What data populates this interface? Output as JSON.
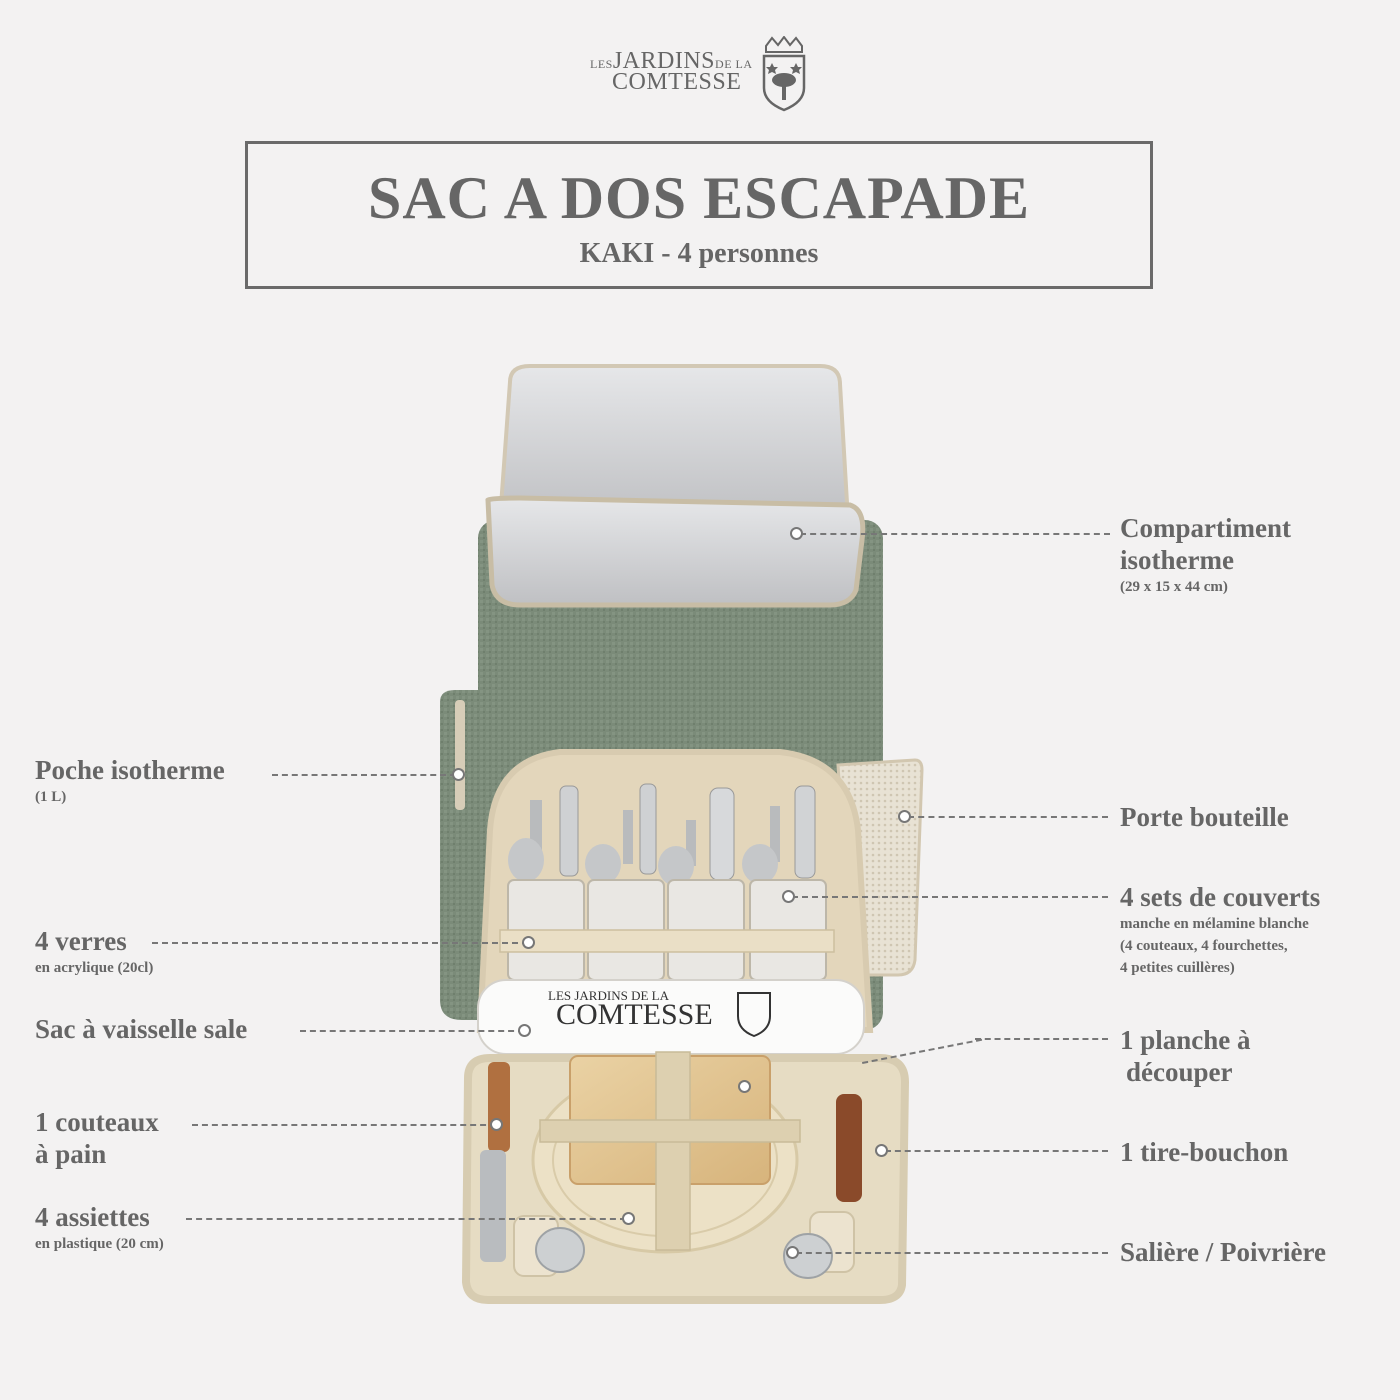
{
  "brand": {
    "logo_line1_prefix": "LES",
    "logo_line1_main": "JARDINS",
    "logo_line1_suffix": "DE LA",
    "logo_line2": "COMTESSE"
  },
  "header": {
    "title": "SAC A DOS ESCAPADE",
    "subtitle": "KAKI - 4 personnes"
  },
  "colors": {
    "text": "#666666",
    "bag_green": "#7a8a78",
    "lining_beige": "#e3d6bb",
    "insulated_silver": "#cfd0d2"
  },
  "callouts": {
    "compartiment": {
      "title_line1": "Compartiment",
      "title_line2": "isotherme",
      "note": "(29 x 15 x 44 cm)"
    },
    "poche": {
      "title": "Poche isotherme",
      "note": "(1 L)"
    },
    "porte_bouteille": {
      "title": "Porte bouteille"
    },
    "couverts": {
      "title": "4 sets de couverts",
      "note1": "manche en mélamine blanche",
      "note2": "(4 couteaux, 4 fourchettes,",
      "note3": "4 petites cuillères)"
    },
    "verres": {
      "title": "4 verres",
      "note": "en acrylique (20cl)"
    },
    "sac_vaisselle": {
      "title": "Sac à vaisselle sale"
    },
    "planche": {
      "title_line1": "1 planche à",
      "title_line2": "découper"
    },
    "couteau_pain": {
      "title_line1": "1 couteaux",
      "title_line2": "à pain"
    },
    "tire_bouchon": {
      "title": "1 tire-bouchon"
    },
    "assiettes": {
      "title": "4 assiettes",
      "note": "en plastique (20 cm)"
    },
    "saliere": {
      "title": "Salière / Poivrière"
    }
  },
  "product_bag_logo": {
    "line1": "LES JARDINS DE LA",
    "line2": "COMTESSE"
  }
}
